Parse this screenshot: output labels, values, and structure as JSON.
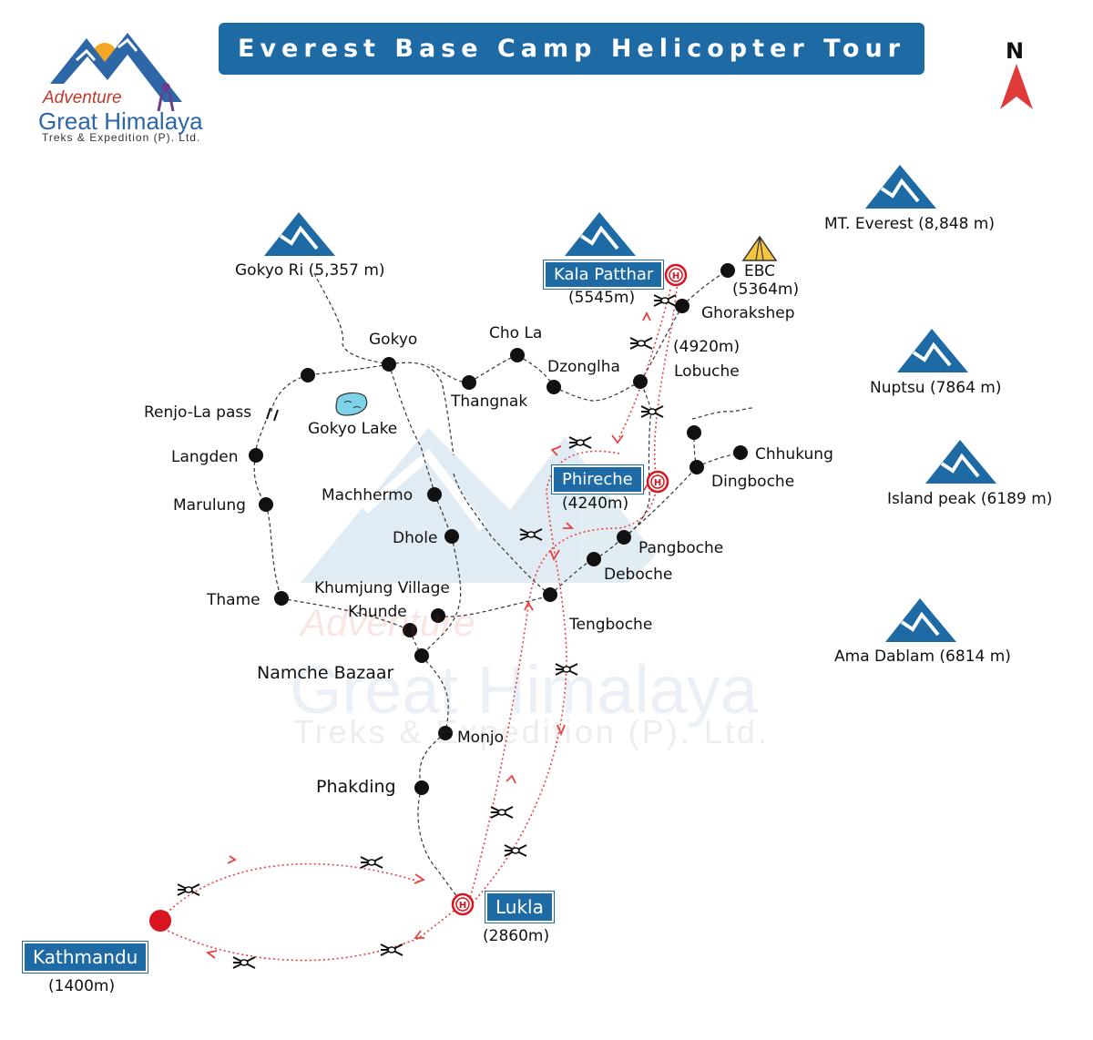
{
  "title": "Everest Base Camp Helicopter Tour",
  "logo": {
    "line1": "Adventure",
    "line2": "Great Himalaya",
    "line3": "Treks & Expedition (P). Ltd."
  },
  "north": "N",
  "watermark": {
    "line1": "Adventure",
    "line2": "Great Himalaya",
    "line3": "Treks & Expedition (P). Ltd."
  },
  "places": {
    "gokyo_ri": "Gokyo Ri (5,357 m)",
    "gokyo": "Gokyo",
    "renjo_la": "Renjo-La pass",
    "gokyo_lake": "Gokyo Lake",
    "langden": "Langden",
    "marulung": "Marulung",
    "machhermo": "Machhermo",
    "dhole": "Dhole",
    "thame": "Thame",
    "khumjung": "Khumjung Village",
    "khunde": "Khunde",
    "namche": "Namche Bazaar",
    "monjo": "Monjo",
    "phakding": "Phakding",
    "cho_la": "Cho La",
    "dzonglha": "Dzonglha",
    "thangnak": "Thangnak",
    "kala_patthar": "Kala Patthar",
    "kala_patthar_alt": "(5545m)",
    "ebc": "EBC",
    "ebc_alt": "(5364m)",
    "gorakshep": "Ghorakshep",
    "lobuche_alt": "(4920m)",
    "lobuche": "Lobuche",
    "chhukung": "Chhukung",
    "dingboche": "Dingboche",
    "phireche": "Phireche",
    "phireche_alt": "(4240m)",
    "pangboche": "Pangboche",
    "deboche": "Deboche",
    "tengboche": "Tengboche",
    "lukla": "Lukla",
    "lukla_alt": "(2860m)",
    "kathmandu": "Kathmandu",
    "kathmandu_alt": "(1400m)"
  },
  "peaks": {
    "everest": "MT. Everest (8,848 m)",
    "nuptsu": "Nuptsu (7864 m)",
    "island": "Island peak (6189 m)",
    "ama_dablam": "Ama Dablam (6814 m)"
  },
  "colors": {
    "brand_blue": "#1e6aa5",
    "route_red": "#e8413c",
    "trail": "#333333",
    "kathmandu_dot": "#d8141e"
  }
}
